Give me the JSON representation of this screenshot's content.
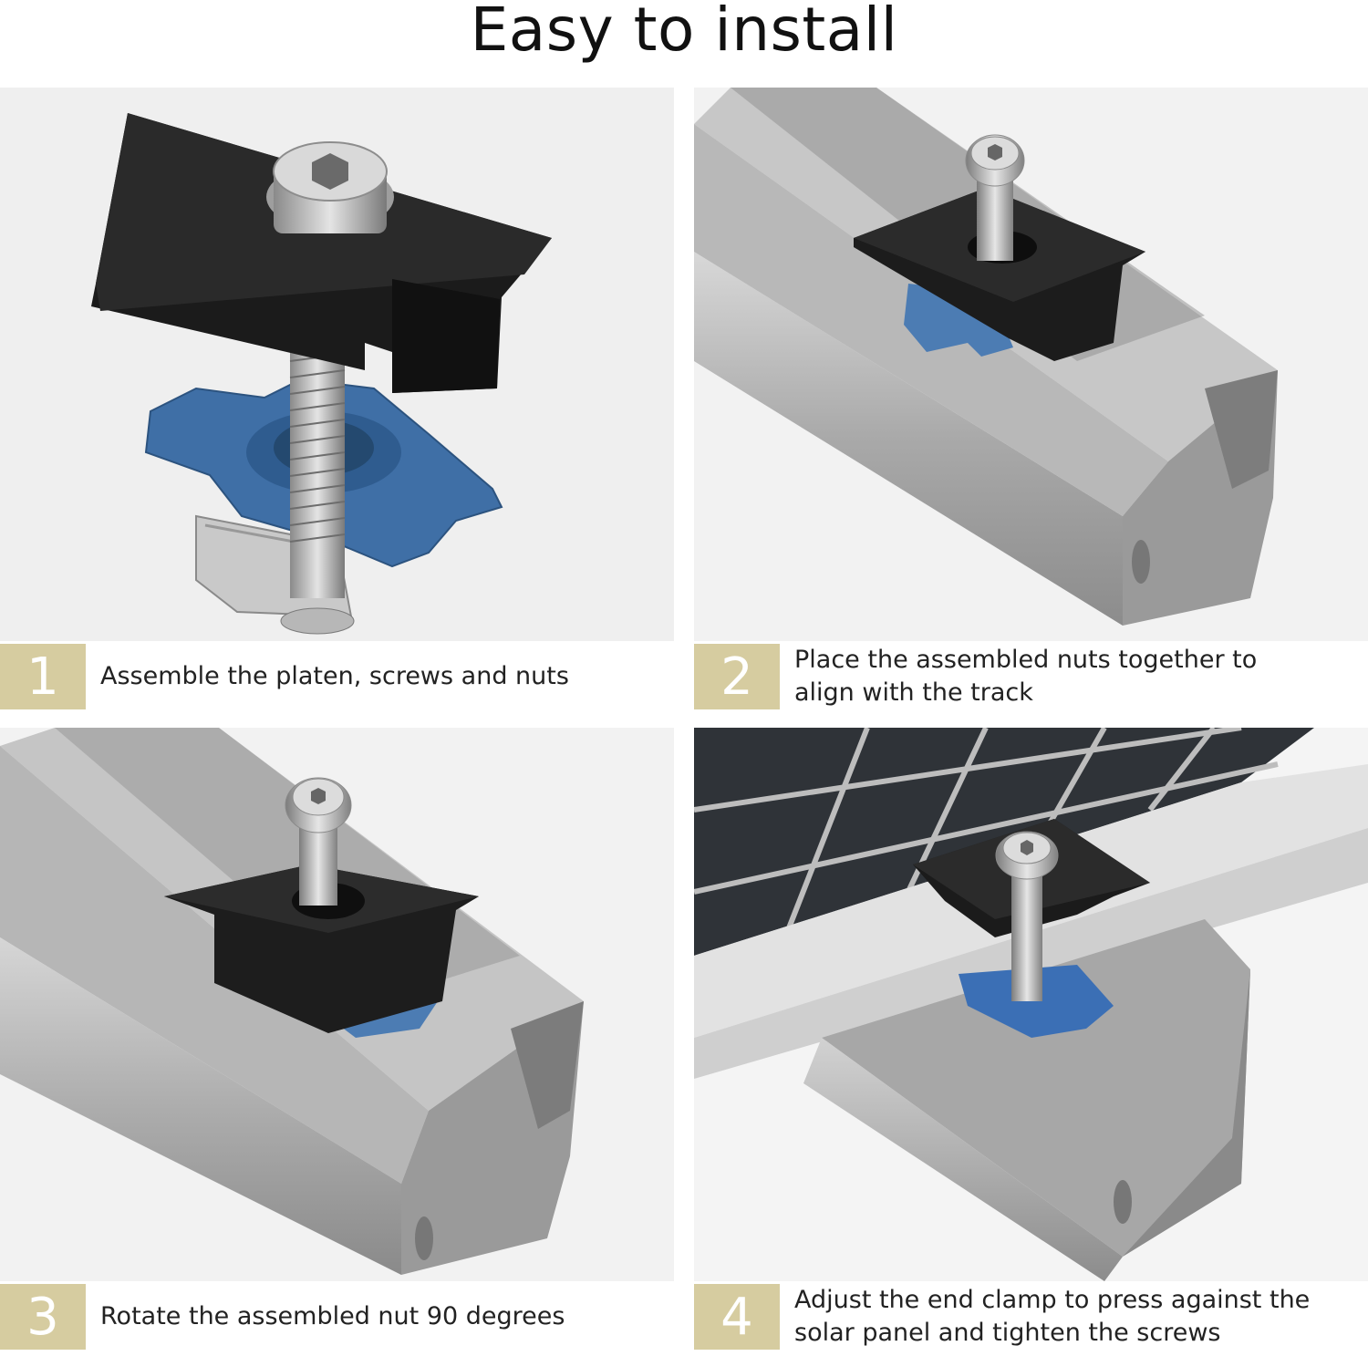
{
  "title": "Easy to install",
  "accent_color": "#d6cca0",
  "steps": [
    {
      "number": "1",
      "text": "Assemble the platen, screws and nuts",
      "image": "clamp-assembly-image"
    },
    {
      "number": "2",
      "text": "Place the assembled nuts together to align with the track",
      "image": "clamp-on-rail-image"
    },
    {
      "number": "3",
      "text": "Rotate the assembled nut 90 degrees",
      "image": "clamp-rotated-rail-image"
    },
    {
      "number": "4",
      "text": "Adjust the end clamp to press against the solar panel and tighten the screws",
      "image": "clamp-solar-panel-image"
    }
  ]
}
